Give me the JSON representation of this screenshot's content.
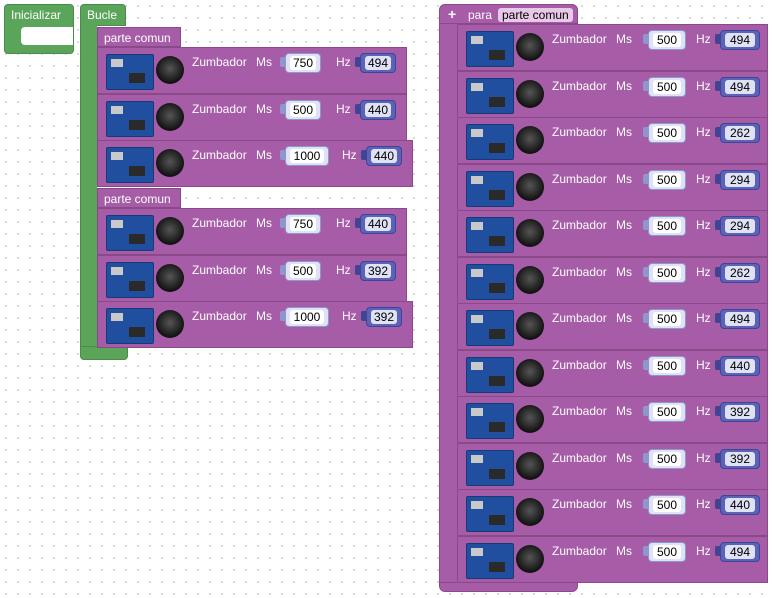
{
  "init_block": {
    "label": "Inicializar"
  },
  "loop_block": {
    "label": "Bucle"
  },
  "call_blocks": [
    {
      "label": "parte comun"
    },
    {
      "label": "parte comun"
    }
  ],
  "loop_rows": [
    {
      "text": "Zumbador",
      "ms_label": "Ms",
      "hz_label": "Hz",
      "ms": "750",
      "hz": "494"
    },
    {
      "text": "Zumbador",
      "ms_label": "Ms",
      "hz_label": "Hz",
      "ms": "500",
      "hz": "440"
    },
    {
      "text": "Zumbador",
      "ms_label": "Ms",
      "hz_label": "Hz",
      "ms": "1000",
      "hz": "440"
    },
    {
      "text": "Zumbador",
      "ms_label": "Ms",
      "hz_label": "Hz",
      "ms": "750",
      "hz": "440"
    },
    {
      "text": "Zumbador",
      "ms_label": "Ms",
      "hz_label": "Hz",
      "ms": "500",
      "hz": "392"
    },
    {
      "text": "Zumbador",
      "ms_label": "Ms",
      "hz_label": "Hz",
      "ms": "1000",
      "hz": "392"
    }
  ],
  "function_block": {
    "keyword": "para",
    "name": "parte comun",
    "plus": "+"
  },
  "function_rows": [
    {
      "text": "Zumbador",
      "ms_label": "Ms",
      "hz_label": "Hz",
      "ms": "500",
      "hz": "494"
    },
    {
      "text": "Zumbador",
      "ms_label": "Ms",
      "hz_label": "Hz",
      "ms": "500",
      "hz": "494"
    },
    {
      "text": "Zumbador",
      "ms_label": "Ms",
      "hz_label": "Hz",
      "ms": "500",
      "hz": "262"
    },
    {
      "text": "Zumbador",
      "ms_label": "Ms",
      "hz_label": "Hz",
      "ms": "500",
      "hz": "294"
    },
    {
      "text": "Zumbador",
      "ms_label": "Ms",
      "hz_label": "Hz",
      "ms": "500",
      "hz": "294"
    },
    {
      "text": "Zumbador",
      "ms_label": "Ms",
      "hz_label": "Hz",
      "ms": "500",
      "hz": "262"
    },
    {
      "text": "Zumbador",
      "ms_label": "Ms",
      "hz_label": "Hz",
      "ms": "500",
      "hz": "494"
    },
    {
      "text": "Zumbador",
      "ms_label": "Ms",
      "hz_label": "Hz",
      "ms": "500",
      "hz": "440"
    },
    {
      "text": "Zumbador",
      "ms_label": "Ms",
      "hz_label": "Hz",
      "ms": "500",
      "hz": "392"
    },
    {
      "text": "Zumbador",
      "ms_label": "Ms",
      "hz_label": "Hz",
      "ms": "500",
      "hz": "392"
    },
    {
      "text": "Zumbador",
      "ms_label": "Ms",
      "hz_label": "Hz",
      "ms": "500",
      "hz": "440"
    },
    {
      "text": "Zumbador",
      "ms_label": "Ms",
      "hz_label": "Hz",
      "ms": "500",
      "hz": "494"
    }
  ],
  "colors": {
    "green": "#5ba55b",
    "purple": "#a65ca6",
    "hz_field": "#5b62b8",
    "ms_field": "#dfe1f5"
  }
}
